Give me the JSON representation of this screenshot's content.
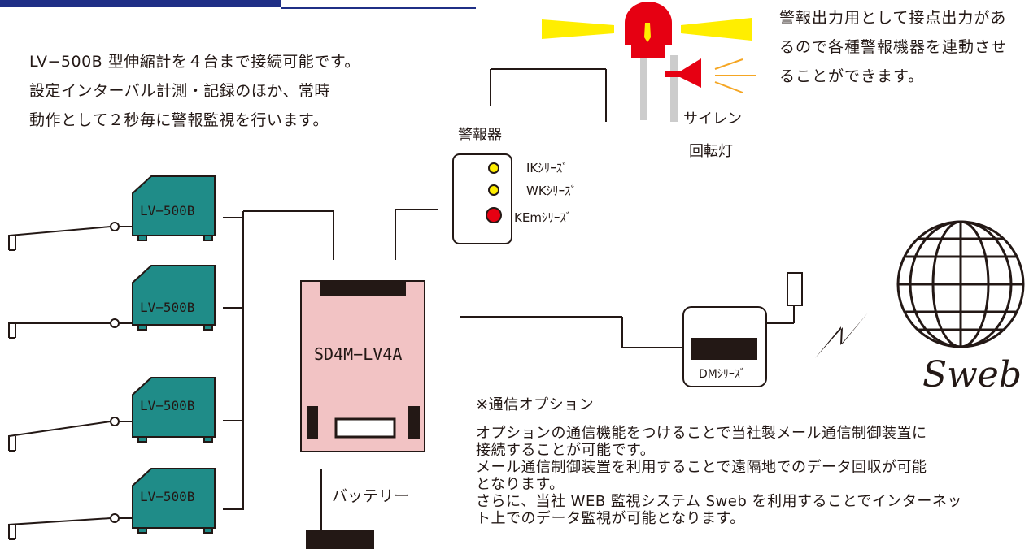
{
  "colors": {
    "line": "#231815",
    "header_blue": "#1f2f86",
    "device_teal": "#1f8c88",
    "logger_pink": "#f2c3c4",
    "lamp_red": "#e60012",
    "lamp_yellow": "#ffee00",
    "siren_orange": "#f5a623",
    "pole_gray": "#cccccc"
  },
  "intro": {
    "lines": [
      "LV−500B 型伸縮計を４台まで接続可能です。",
      "設定インターバル計測・記録のほか、常時",
      "動作として２秒毎に警報監視を行います。"
    ]
  },
  "alarm_output": {
    "lines": [
      "警報出力用として接点出力があ",
      "るので各種警報機器を連動させ",
      "ることができます。"
    ]
  },
  "devices": {
    "extensometer_label": "LV−500B",
    "logger_label": "SD4M−LV4A",
    "battery_label": "バッテリー",
    "dm_label": "DMｼﾘｰｽﾞ",
    "siren_label": "サイレン",
    "rotating_lamp_label": "回転灯",
    "sweb_label": "Sweb"
  },
  "alarm_unit": {
    "title": "警報器",
    "series": [
      {
        "label": "IKｼﾘｰｽﾞ",
        "color": "#ffee00"
      },
      {
        "label": "WKｼﾘｰｽﾞ",
        "color": "#ffee00"
      },
      {
        "label": "KEmｼﾘｰｽﾞ",
        "color": "#e60012"
      }
    ]
  },
  "comm_option": {
    "title": "※通信オプション",
    "lines": [
      "オプションの通信機能をつけることで当社製メール通信制御装置に",
      "接続することが可能です。",
      "メール通信制御装置を利用することで遠隔地でのデータ回収が可能",
      "となります。",
      "さらに、当社 WEB 監視システム Sweb を利用することでインターネッ",
      "ト上でのデータ監視が可能となります。"
    ]
  }
}
